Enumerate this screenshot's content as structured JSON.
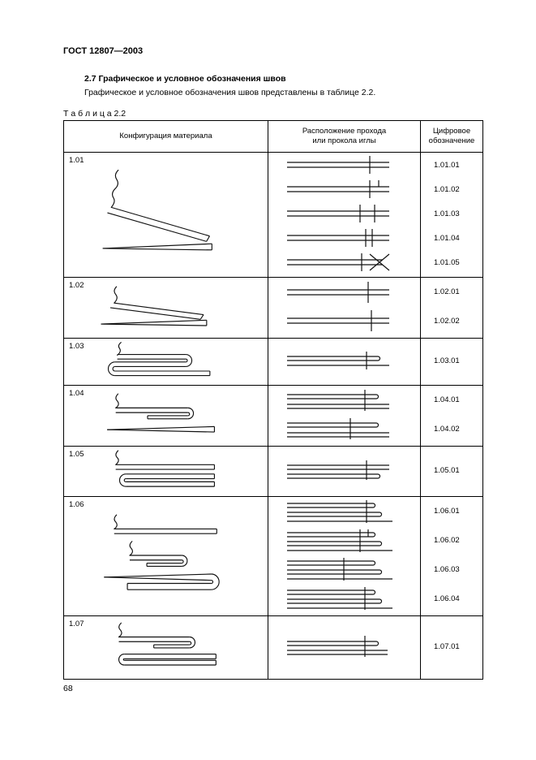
{
  "header": {
    "doc_number": "ГОСТ 12807—2003"
  },
  "section": {
    "heading": "2.7  Графическое и условное обозначения швов",
    "paragraph": "Графическое и условное обозначения швов представлены в таблице 2.2."
  },
  "table": {
    "label": "Т а б л и ц а  2.2",
    "columns": [
      {
        "lines": [
          "Конфигурация материала"
        ]
      },
      {
        "lines": [
          "Расположение прохода",
          "или прокола иглы"
        ]
      },
      {
        "lines": [
          "Цифровое",
          "обозначение"
        ]
      }
    ],
    "rows": [
      {
        "id": "1.01",
        "codes": [
          "1.01.01",
          "1.01.02",
          "1.01.03",
          "1.01.04",
          "1.01.05"
        ]
      },
      {
        "id": "1.02",
        "codes": [
          "1.02.01",
          "1.02.02"
        ]
      },
      {
        "id": "1.03",
        "codes": [
          "1.03.01"
        ]
      },
      {
        "id": "1.04",
        "codes": [
          "1.04.01",
          "1.04.02"
        ]
      },
      {
        "id": "1.05",
        "codes": [
          "1.05.01"
        ]
      },
      {
        "id": "1.06",
        "codes": [
          "1.06.01",
          "1.06.02",
          "1.06.03",
          "1.06.04"
        ]
      },
      {
        "id": "1.07",
        "codes": [
          "1.07.01"
        ]
      }
    ]
  },
  "footer": {
    "page_number": "68"
  }
}
